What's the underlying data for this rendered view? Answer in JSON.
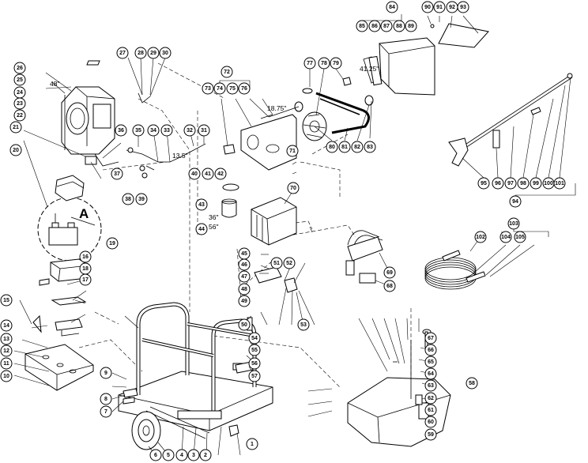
{
  "diagram": {
    "callouts": [
      "1",
      "2",
      "3",
      "4",
      "5",
      "6",
      "7",
      "8",
      "9",
      "10",
      "11",
      "12",
      "13",
      "14",
      "15",
      "16",
      "17",
      "18",
      "19",
      "20",
      "21",
      "22",
      "23",
      "24",
      "25",
      "26",
      "27",
      "28",
      "29",
      "30",
      "31",
      "32",
      "33",
      "34",
      "35",
      "36",
      "37",
      "38",
      "39",
      "40",
      "41",
      "42",
      "43",
      "44",
      "45",
      "46",
      "47",
      "48",
      "49",
      "50",
      "51",
      "52",
      "53",
      "54",
      "55",
      "56",
      "57",
      "58",
      "59",
      "60",
      "61",
      "62",
      "63",
      "64",
      "65",
      "66",
      "67",
      "68",
      "69",
      "70",
      "71",
      "72",
      "73",
      "74",
      "75",
      "76",
      "77",
      "78",
      "79",
      "80",
      "81",
      "82",
      "83",
      "84",
      "85",
      "86",
      "87",
      "88",
      "89",
      "90",
      "91",
      "92",
      "93",
      "94",
      "95",
      "96",
      "97",
      "98",
      "99",
      "100",
      "101",
      "102",
      "103",
      "104",
      "105"
    ],
    "dimensions": {
      "d48": "48\"",
      "d41_25": "41.25\"",
      "d18_75": "18.75\"",
      "d13_5": "13.5\"",
      "d36": "36\"",
      "d56": "56\""
    },
    "detail_letter": "A"
  }
}
